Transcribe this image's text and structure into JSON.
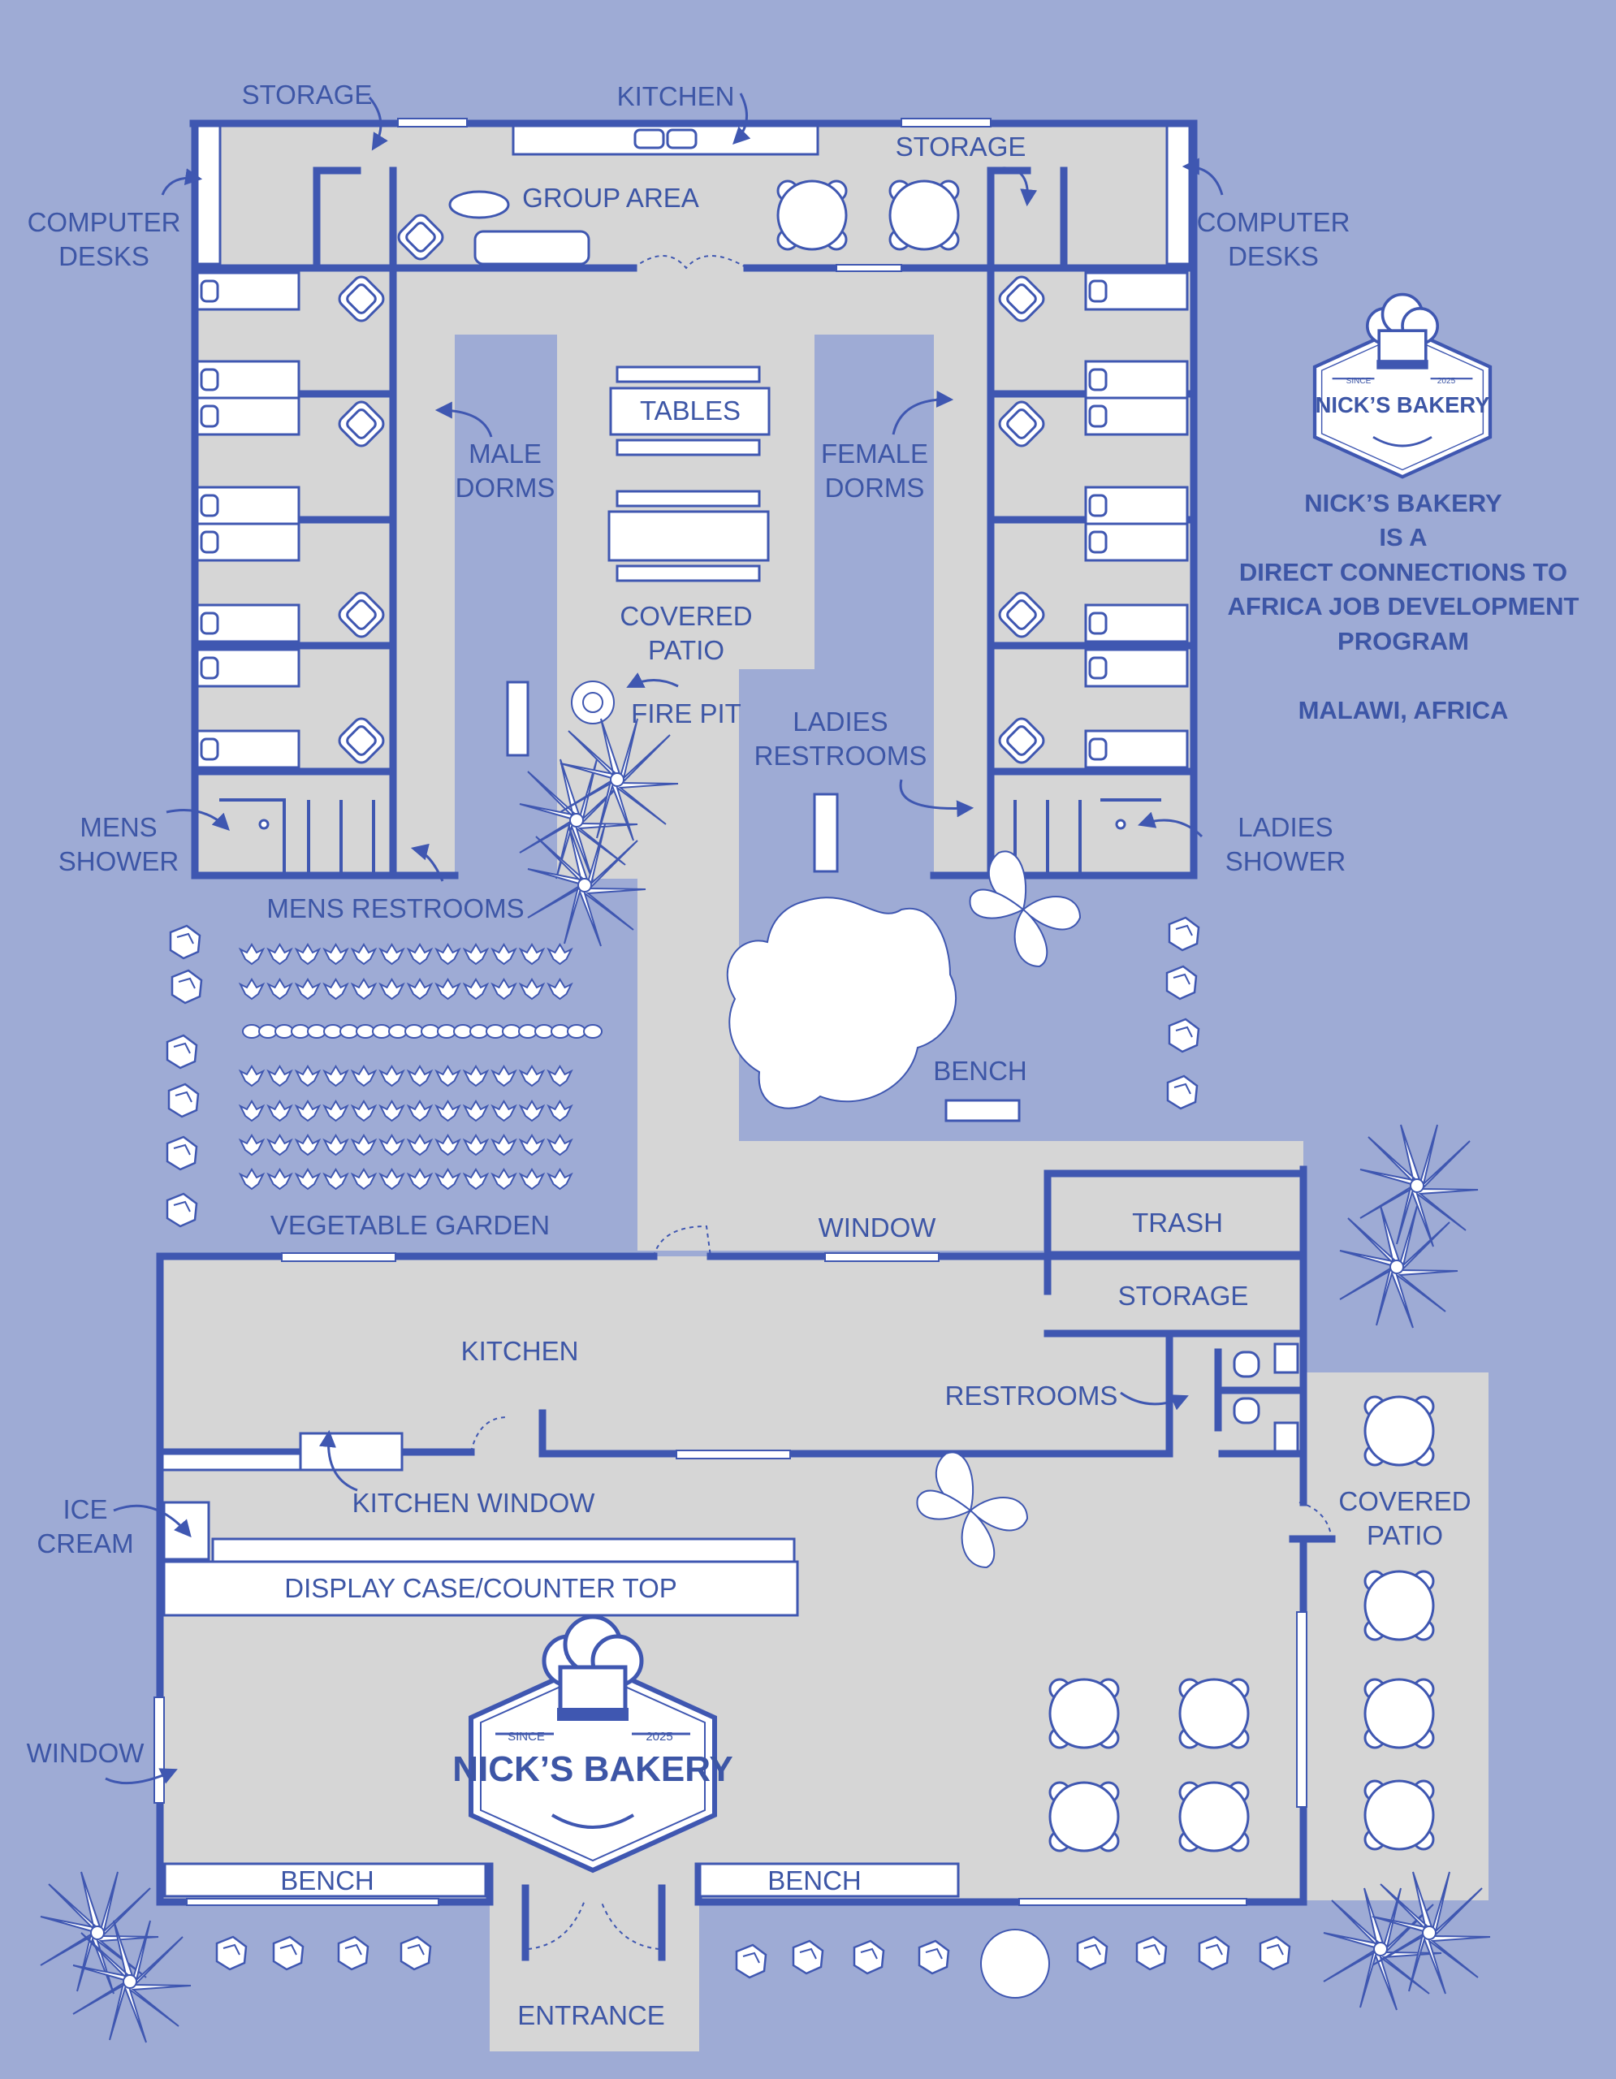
{
  "labels": {
    "storage_tl": "STORAGE",
    "kitchen_top": "KITCHEN",
    "storage_tr": "STORAGE",
    "computer_desks_left": [
      "COMPUTER",
      "DESKS"
    ],
    "computer_desks_right": [
      "COMPUTER",
      "DESKS"
    ],
    "group_area": "GROUP AREA",
    "tables": "TABLES",
    "male_dorms": [
      "MALE",
      "DORMS"
    ],
    "female_dorms": [
      "FEMALE",
      "DORMS"
    ],
    "covered_patio_top": [
      "COVERED",
      "PATIO"
    ],
    "fire_pit": "FIRE PIT",
    "ladies_restrooms": [
      "LADIES",
      "RESTROOMS"
    ],
    "mens_shower": [
      "MENS",
      "SHOWER"
    ],
    "ladies_shower": [
      "LADIES",
      "SHOWER"
    ],
    "mens_restrooms": "MENS RESTROOMS",
    "bench_garden": "BENCH",
    "vegetable_garden": "VEGETABLE GARDEN",
    "window_top": "WINDOW",
    "trash": "TRASH",
    "storage_bottom": "STORAGE",
    "kitchen_bottom": "KITCHEN",
    "restrooms": "RESTROOMS",
    "ice_cream": [
      "ICE",
      "CREAM"
    ],
    "kitchen_window": "KITCHEN WINDOW",
    "covered_patio_bottom": [
      "COVERED",
      "PATIO"
    ],
    "display_case": "DISPLAY CASE/COUNTER TOP",
    "window_left": "WINDOW",
    "bench_left": "BENCH",
    "bench_right": "BENCH",
    "entrance": "ENTRANCE"
  },
  "info": {
    "line1": "NICK’S BAKERY",
    "line2": "IS A",
    "line3": "DIRECT CONNECTIONS TO",
    "line4": "AFRICA JOB DEVELOPMENT",
    "line5": "PROGRAM",
    "location": "MALAWI, AFRICA"
  },
  "logo": {
    "name": "NICK’S BAKERY",
    "since": "SINCE",
    "year": "2025"
  },
  "colors": {
    "background": "#9eabd5",
    "floor": "#d6d6d6",
    "wall": "#3f57b1",
    "label": "#3d56a6"
  }
}
